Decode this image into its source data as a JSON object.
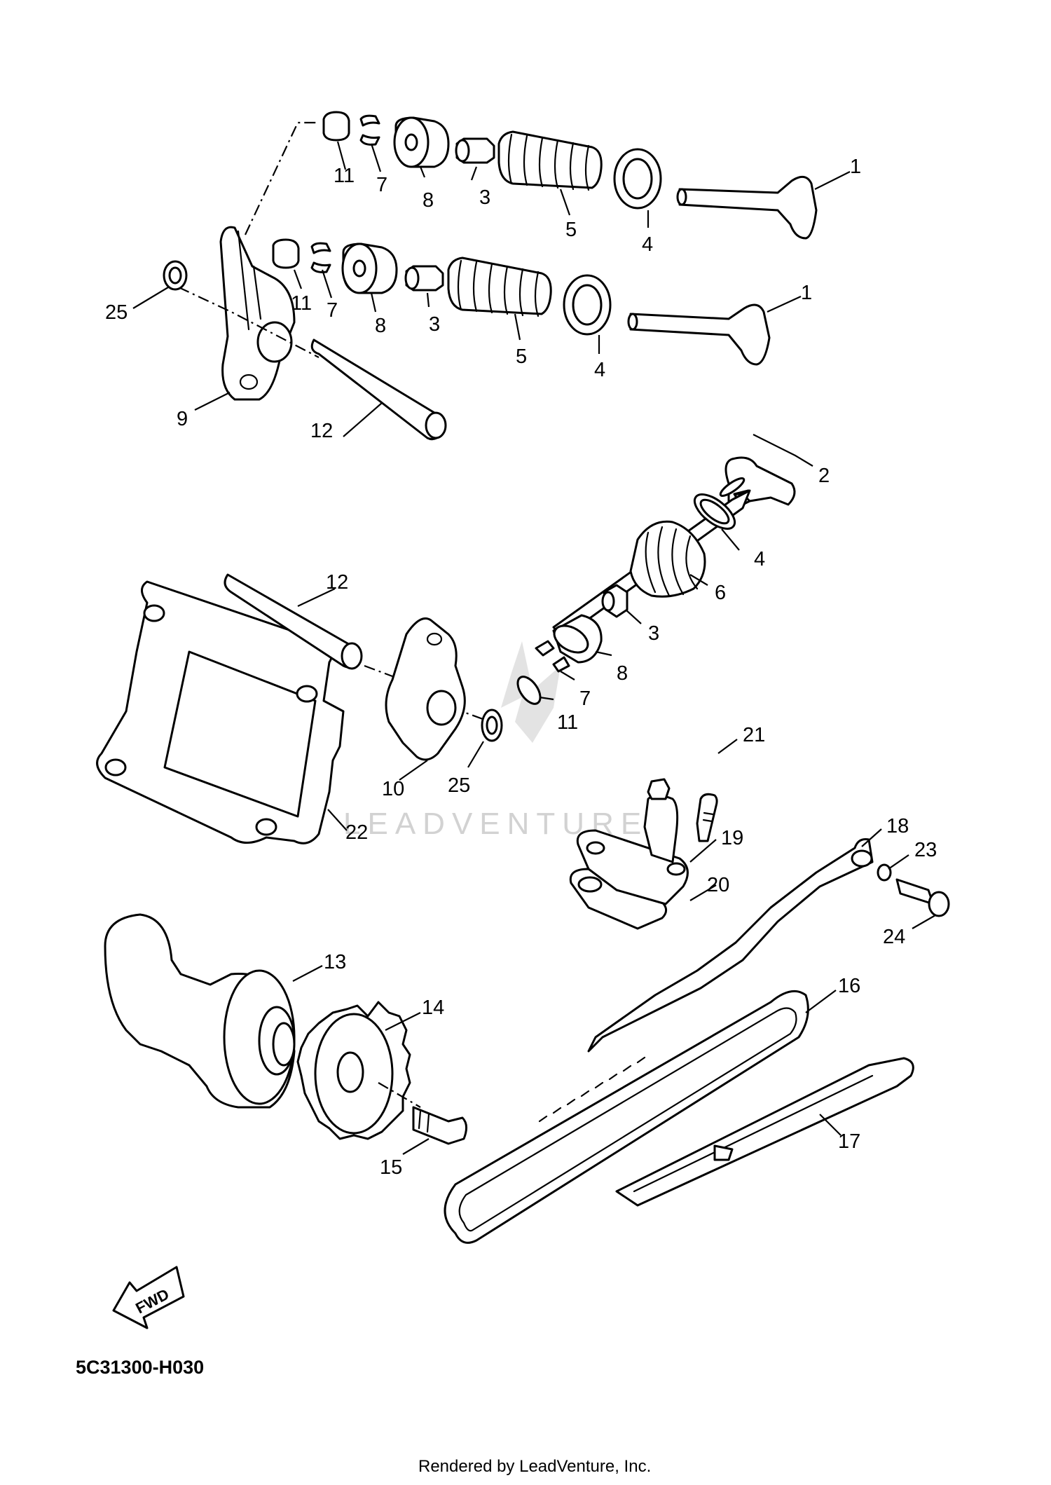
{
  "diagram": {
    "code": "5C31300-H030",
    "footer": "Rendered by LeadVenture, Inc.",
    "watermark": "LEADVENTURE",
    "fwd_label": "FWD"
  },
  "callouts": [
    {
      "id": "c1a",
      "label": "1"
    },
    {
      "id": "c1b",
      "label": "1"
    },
    {
      "id": "c2",
      "label": "2"
    },
    {
      "id": "c3a",
      "label": "3"
    },
    {
      "id": "c3b",
      "label": "3"
    },
    {
      "id": "c3c",
      "label": "3"
    },
    {
      "id": "c4a",
      "label": "4"
    },
    {
      "id": "c4b",
      "label": "4"
    },
    {
      "id": "c4c",
      "label": "4"
    },
    {
      "id": "c5a",
      "label": "5"
    },
    {
      "id": "c5b",
      "label": "5"
    },
    {
      "id": "c6",
      "label": "6"
    },
    {
      "id": "c7a",
      "label": "7"
    },
    {
      "id": "c7b",
      "label": "7"
    },
    {
      "id": "c7c",
      "label": "7"
    },
    {
      "id": "c8a",
      "label": "8"
    },
    {
      "id": "c8b",
      "label": "8"
    },
    {
      "id": "c8c",
      "label": "8"
    },
    {
      "id": "c9",
      "label": "9"
    },
    {
      "id": "c10",
      "label": "10"
    },
    {
      "id": "c11a",
      "label": "11"
    },
    {
      "id": "c11b",
      "label": "11"
    },
    {
      "id": "c11c",
      "label": "11"
    },
    {
      "id": "c12a",
      "label": "12"
    },
    {
      "id": "c12b",
      "label": "12"
    },
    {
      "id": "c13",
      "label": "13"
    },
    {
      "id": "c14",
      "label": "14"
    },
    {
      "id": "c15",
      "label": "15"
    },
    {
      "id": "c16",
      "label": "16"
    },
    {
      "id": "c17",
      "label": "17"
    },
    {
      "id": "c18",
      "label": "18"
    },
    {
      "id": "c19",
      "label": "19"
    },
    {
      "id": "c20",
      "label": "20"
    },
    {
      "id": "c21",
      "label": "21"
    },
    {
      "id": "c22",
      "label": "22"
    },
    {
      "id": "c23",
      "label": "23"
    },
    {
      "id": "c24",
      "label": "24"
    },
    {
      "id": "c25a",
      "label": "25"
    },
    {
      "id": "c25b",
      "label": "25"
    }
  ]
}
